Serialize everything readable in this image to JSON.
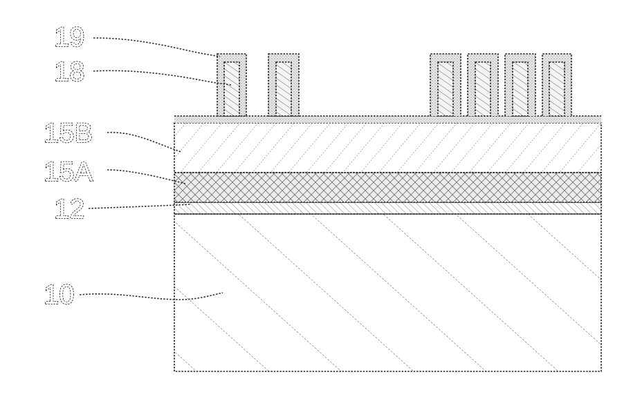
{
  "figure": {
    "labels": {
      "l19": "19",
      "l18": "18",
      "l15b": "15B",
      "l15a": "15A",
      "l12": "12",
      "l10": "10"
    },
    "layers": [
      {
        "ref": "19",
        "role": "conformal liner coating fins and top surface",
        "pattern": "stipple"
      },
      {
        "ref": "18",
        "role": "fins",
        "pattern": "fine diagonal hatch"
      },
      {
        "ref": "15B",
        "role": "upper layer",
        "pattern": "backslash hatch"
      },
      {
        "ref": "15A",
        "role": "middle layer",
        "pattern": "cross hatch with stipple"
      },
      {
        "ref": "12",
        "role": "thin interface layer",
        "pattern": "fine hatch"
      },
      {
        "ref": "10",
        "role": "substrate",
        "pattern": "wide diagonal hatch"
      }
    ],
    "fin_count": 6,
    "colors": {
      "line": "#222222",
      "background": "#ffffff"
    }
  }
}
